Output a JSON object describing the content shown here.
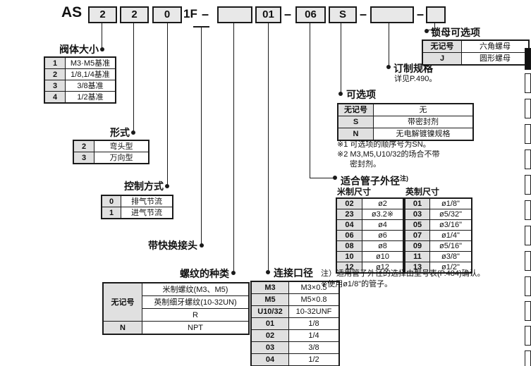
{
  "model": {
    "prefix": "AS",
    "body_size": "2",
    "style": "2",
    "control": "0",
    "fitting_code": "1F",
    "dash": "–",
    "thread_blank": "",
    "port": "01",
    "tube": "06",
    "option": "S",
    "made_to_order_blank": "",
    "lock_nut_blank": ""
  },
  "callouts": {
    "body_size": {
      "title": "阀体大小",
      "rows": [
        [
          "1",
          "M3·M5基准"
        ],
        [
          "2",
          "1/8,1/4基准"
        ],
        [
          "3",
          "3/8基准"
        ],
        [
          "4",
          "1/2基准"
        ]
      ]
    },
    "style": {
      "title": "形式",
      "rows": [
        [
          "2",
          "弯头型"
        ],
        [
          "3",
          "万向型"
        ]
      ]
    },
    "control": {
      "title": "控制方式",
      "rows": [
        [
          "0",
          "排气节流"
        ],
        [
          "1",
          "进气节流"
        ]
      ]
    },
    "fitting": {
      "title": "带快换接头"
    },
    "thread": {
      "title": "螺纹的种类",
      "span_code": "无记号",
      "span_rows": [
        "米制螺纹(M3、M5)",
        "英制细牙螺纹(10-32UN)",
        "R"
      ],
      "n_code": "N",
      "n_value": "NPT"
    },
    "port": {
      "title": "连接口径",
      "rows": [
        [
          "M3",
          "M3×0.5"
        ],
        [
          "M5",
          "M5×0.8"
        ],
        [
          "U10/32",
          "10-32UNF"
        ],
        [
          "01",
          "1/8"
        ],
        [
          "02",
          "1/4"
        ],
        [
          "03",
          "3/8"
        ],
        [
          "04",
          "1/2"
        ]
      ]
    },
    "tube": {
      "title": "适合管子外径",
      "title_sup": "注)",
      "metric_label": "米制尺寸",
      "inch_label": "英制尺寸",
      "metric_rows": [
        [
          "02",
          "ø2"
        ],
        [
          "23",
          "ø3.2※"
        ],
        [
          "04",
          "ø4"
        ],
        [
          "06",
          "ø6"
        ],
        [
          "08",
          "ø8"
        ],
        [
          "10",
          "ø10"
        ],
        [
          "12",
          "ø12"
        ]
      ],
      "inch_rows": [
        [
          "01",
          "ø1/8\""
        ],
        [
          "03",
          "ø5/32\""
        ],
        [
          "05",
          "ø3/16\""
        ],
        [
          "07",
          "ø1/4\""
        ],
        [
          "09",
          "ø5/16\""
        ],
        [
          "11",
          "ø3/8\""
        ],
        [
          "13",
          "ø1/2\""
        ]
      ],
      "note1": "注）适用管子外径的选择由型号表(P.484)确认。",
      "note2": "※使用ø1/8\"的管子。"
    },
    "options": {
      "title": "可选项",
      "rows": [
        [
          "无记号",
          "无"
        ],
        [
          "S",
          "带密封剂"
        ],
        [
          "N",
          "无电解镀镍规格"
        ]
      ],
      "note1": "※1 可选项的顺序号为SN。",
      "note2": "※2 M3,M5,U10/32的场合不带",
      "note3": "密封剂。"
    },
    "made_to_order": {
      "title": "订制规格",
      "subtitle": "详见P.490。"
    },
    "lock_nut": {
      "title": "锁母可选项",
      "rows": [
        [
          "无记号",
          "六角螺母"
        ],
        [
          "J",
          "圆形螺母"
        ]
      ]
    }
  }
}
